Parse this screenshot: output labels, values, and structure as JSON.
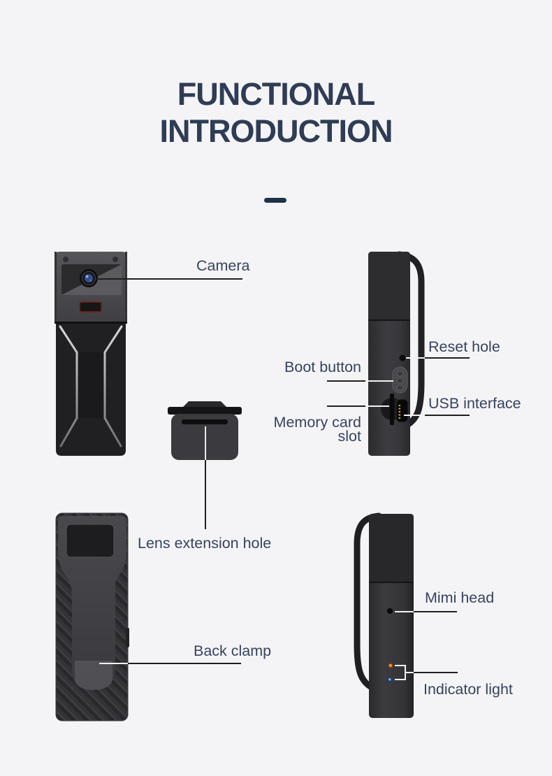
{
  "page": {
    "background_color": "#f4f4f6",
    "label_text_color": "#36435e",
    "annotation_line_color": "#1f1f1f",
    "annotation_line_color_on_device": "#f2f2f2"
  },
  "header": {
    "title_line1": "FUNCTIONAL",
    "title_line2": "INTRODUCTION",
    "divider_color": "#1d3247"
  },
  "annotations": {
    "camera": "Camera",
    "boot_button": "Boot button",
    "memory_card_slot_line1": "Memory card",
    "memory_card_slot_line2": "slot",
    "reset_hole": "Reset hole",
    "usb_interface": "USB interface",
    "lens_extension_hole": "Lens extension hole",
    "back_clamp": "Back clamp",
    "mimi_head": "Mimi head",
    "indicator_light": "Indicator light"
  },
  "device_views": {
    "front_view": "body camera front with lens",
    "accessory": "lens extension cap",
    "side_view_ports": "side with reset hole, boot button, memory card slot, USB",
    "back_view": "back with clip clamp",
    "side_view_leds": "side with mic hole and indicator LEDs"
  },
  "indicator_leds": {
    "led1_color": "#ff8a25",
    "led2_color": "#3f93e0"
  }
}
